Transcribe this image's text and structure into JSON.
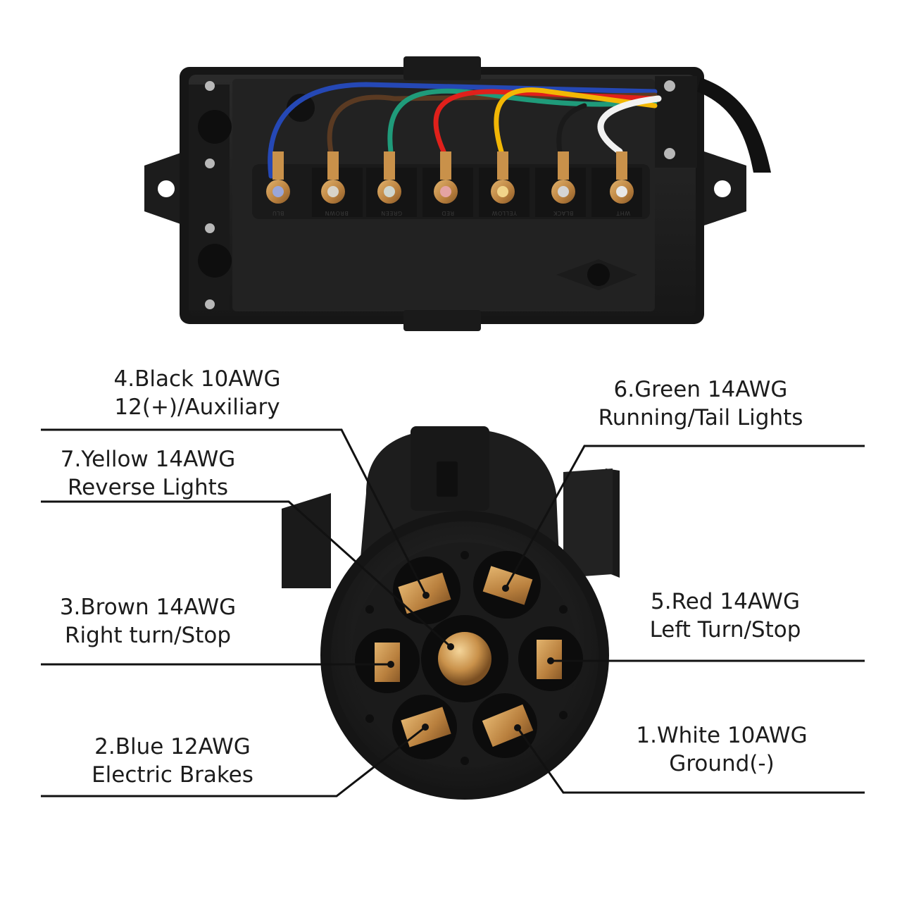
{
  "junction_box": {
    "terminals": [
      {
        "code": "WHT",
        "wire_color": "#f2f2f2"
      },
      {
        "code": "BLACK",
        "wire_color": "#1a1a1a"
      },
      {
        "code": "YELLOW",
        "wire_color": "#f2b705"
      },
      {
        "code": "RED",
        "wire_color": "#e0201b"
      },
      {
        "code": "GREEN",
        "wire_color": "#1f9b7a"
      },
      {
        "code": "BROWN",
        "wire_color": "#5a3a22"
      },
      {
        "code": "BLU",
        "wire_color": "#2548b5"
      }
    ]
  },
  "pins": {
    "black": {
      "line1": "4.Black 10AWG",
      "line2": "12(+)/Auxiliary"
    },
    "green": {
      "line1": "6.Green 14AWG",
      "line2": "Running/Tail Lights"
    },
    "yellow": {
      "line1": "7.Yellow 14AWG",
      "line2": "Reverse Lights"
    },
    "brown": {
      "line1": "3.Brown 14AWG",
      "line2": "Right turn/Stop"
    },
    "red": {
      "line1": "5.Red 14AWG",
      "line2": "Left Turn/Stop"
    },
    "blue": {
      "line1": "2.Blue 12AWG",
      "line2": "Electric Brakes"
    },
    "white": {
      "line1": "1.White  10AWG",
      "line2": "Ground(-)"
    }
  },
  "colors": {
    "plastic": "#1f1f1f",
    "brass": "#c9914a",
    "leader_line": "#111111"
  },
  "icons": [
    "junction-box-icon",
    "seven-way-plug-icon"
  ]
}
